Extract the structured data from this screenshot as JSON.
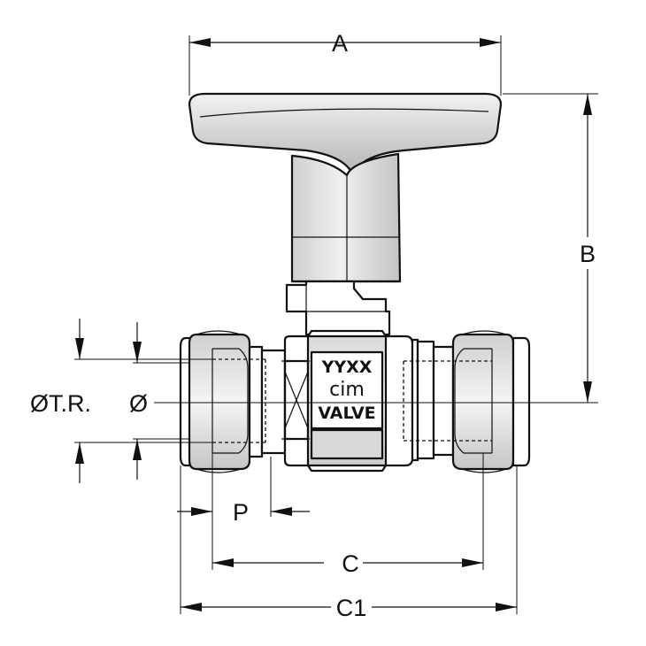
{
  "dimensions": {
    "a": "A",
    "b": "B",
    "c": "C",
    "c1": "C1",
    "p": "P",
    "thread": "ØT.R.",
    "diameter": "Ø"
  },
  "body_marking": {
    "line1": "YYXX",
    "line2": "cim",
    "line3": "VALVE"
  }
}
